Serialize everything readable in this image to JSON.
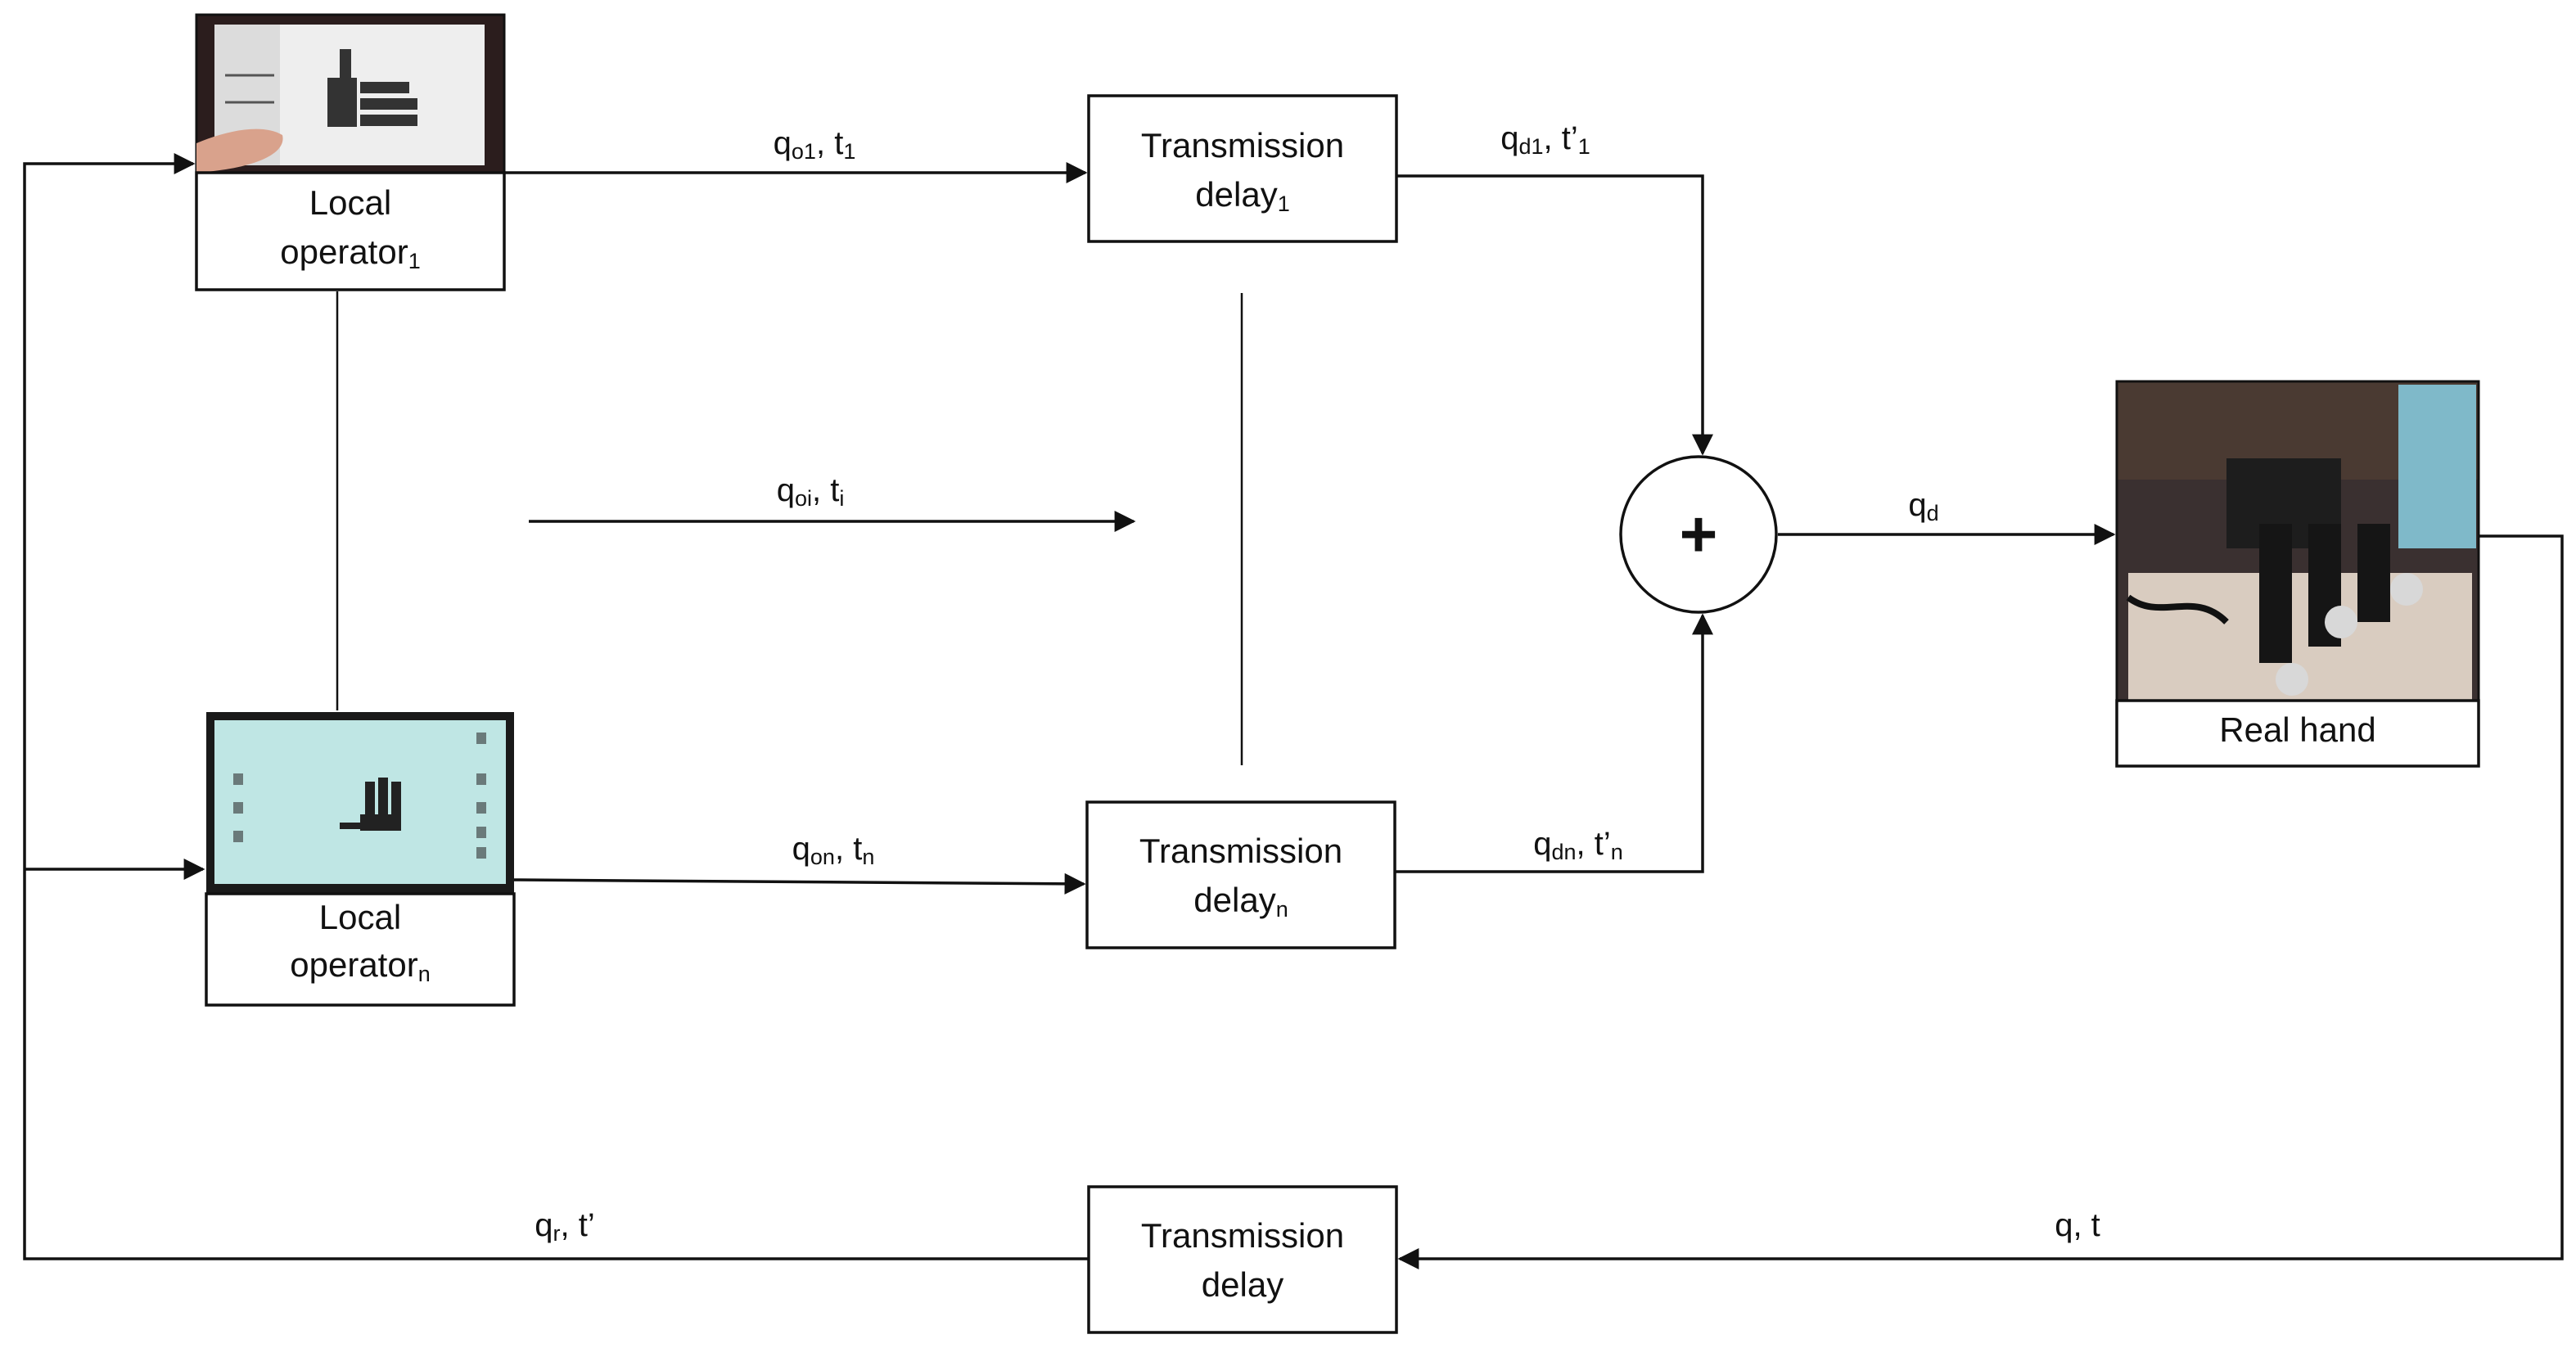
{
  "blocks": {
    "local_operator_1": {
      "line1": "Local",
      "line2": "operator",
      "sub": "1"
    },
    "local_operator_n": {
      "line1": "Local",
      "line2": "operator",
      "sub": "n"
    },
    "delay_1": {
      "line1": "Transmission",
      "line2": "delay",
      "sub": "1"
    },
    "delay_n": {
      "line1": "Transmission",
      "line2": "delay",
      "sub": "n"
    },
    "delay_feedback": {
      "line1": "Transmission",
      "line2": "delay"
    },
    "real_hand": {
      "label": "Real hand"
    },
    "summing_junction": {
      "symbol": "+"
    }
  },
  "signals": {
    "qo1_t1": {
      "q": "q",
      "q_sub": "o1",
      "sep": ", ",
      "t": "t",
      "t_sub": "1"
    },
    "qoi_ti": {
      "q": "q",
      "q_sub": "oi",
      "sep": ", ",
      "t": "t",
      "t_sub": "i"
    },
    "qon_tn": {
      "q": "q",
      "q_sub": "on",
      "sep": ", ",
      "t": "t",
      "t_sub": "n"
    },
    "qd1_t1p": {
      "q": "q",
      "q_sub": "d1",
      "sep": ", ",
      "t": "t’",
      "t_sub": "1"
    },
    "qdn_tnp": {
      "q": "q",
      "q_sub": "dn",
      "sep": ", ",
      "t": "t’",
      "t_sub": "n"
    },
    "qd": {
      "q": "q",
      "q_sub": "d"
    },
    "q_t": {
      "label": "q, t"
    },
    "qr_tp": {
      "q": "q",
      "q_sub": "r",
      "sep": ", ",
      "t": "t’"
    }
  },
  "colors": {
    "line": "#111111",
    "screen_cyan": "#bfe6e4",
    "photo_dark": "#3a3030"
  }
}
